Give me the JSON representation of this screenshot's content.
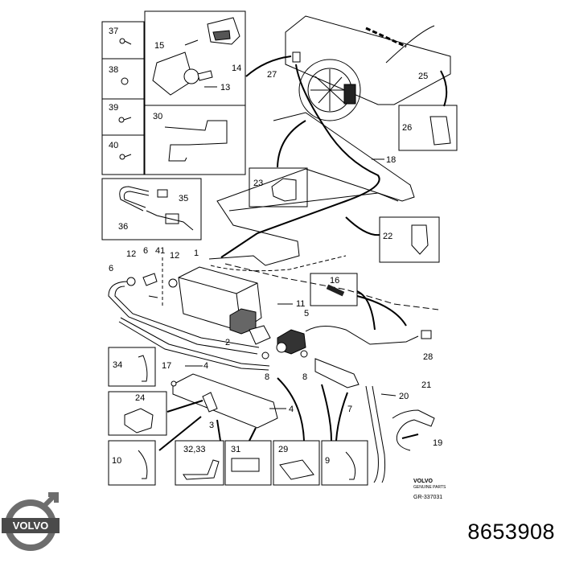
{
  "part_number": "8653908",
  "logo": {
    "text": "VOLVO"
  },
  "diagram": {
    "brand": "VOLVO",
    "brand_caption": "GENUINE PARTS",
    "reference": "GR-337031",
    "callouts": {
      "n1": "1",
      "n2": "2",
      "n3": "3",
      "n4a": "4",
      "n4b": "4",
      "n5": "5",
      "n6a": "6",
      "n6b": "6",
      "n7": "7",
      "n8a": "8",
      "n8b": "8",
      "n9": "9",
      "n10": "10",
      "n11": "11",
      "n12a": "12",
      "n12b": "12",
      "n13": "13",
      "n14": "14",
      "n15": "15",
      "n16": "16",
      "n17": "17",
      "n18": "18",
      "n19": "19",
      "n20": "20",
      "n21": "21",
      "n22": "22",
      "n23": "23",
      "n24": "24",
      "n25": "25",
      "n26": "26",
      "n27": "27",
      "n28": "28",
      "n29": "29",
      "n30": "30",
      "n31": "31",
      "n3233": "32,33",
      "n34": "34",
      "n35": "35",
      "n36": "36",
      "n37": "37",
      "n38": "38",
      "n39": "39",
      "n40": "40",
      "n41": "41"
    }
  }
}
